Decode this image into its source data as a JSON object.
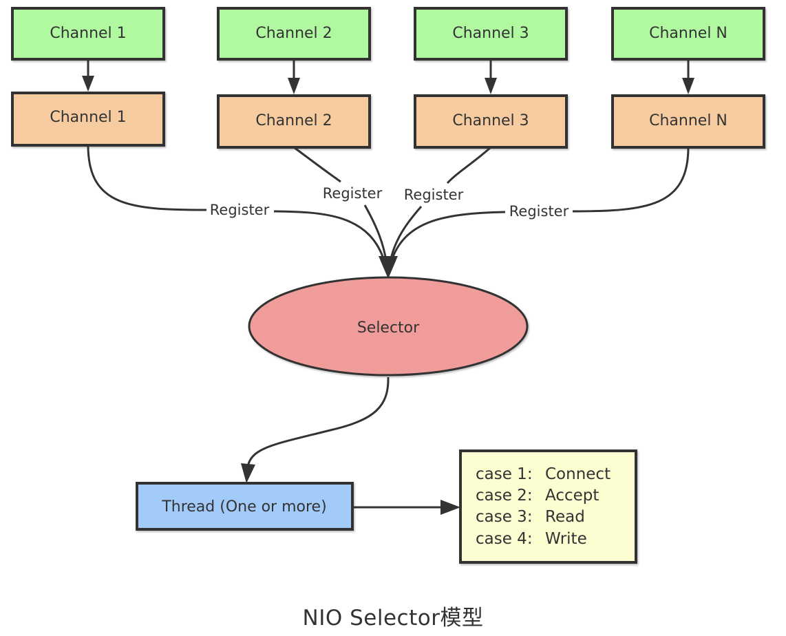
{
  "colors": {
    "source_channel_fill": "#b0f9a0",
    "registered_channel_fill": "#f7cba0",
    "selector_fill": "#f09c9a",
    "thread_fill": "#a2cbf9",
    "cases_fill": "#fdfdd2",
    "stroke": "#333333"
  },
  "source_channels": [
    {
      "label": "Channel 1"
    },
    {
      "label": "Channel 2"
    },
    {
      "label": "Channel 3"
    },
    {
      "label": "Channel N"
    }
  ],
  "registered_channels": [
    {
      "label": "Channel 1"
    },
    {
      "label": "Channel 2"
    },
    {
      "label": "Channel 3"
    },
    {
      "label": "Channel N"
    }
  ],
  "edges": {
    "register_labels": [
      "Register",
      "Register",
      "Register",
      "Register"
    ]
  },
  "selector": {
    "label": "Selector"
  },
  "thread": {
    "label": "Thread (One or more)"
  },
  "cases": [
    {
      "name": "case 1:",
      "event": "Connect"
    },
    {
      "name": "case 2:",
      "event": "Accept"
    },
    {
      "name": "case 3:",
      "event": "Read"
    },
    {
      "name": "case 4:",
      "event": "Write"
    }
  ],
  "caption": "NIO Selector模型"
}
